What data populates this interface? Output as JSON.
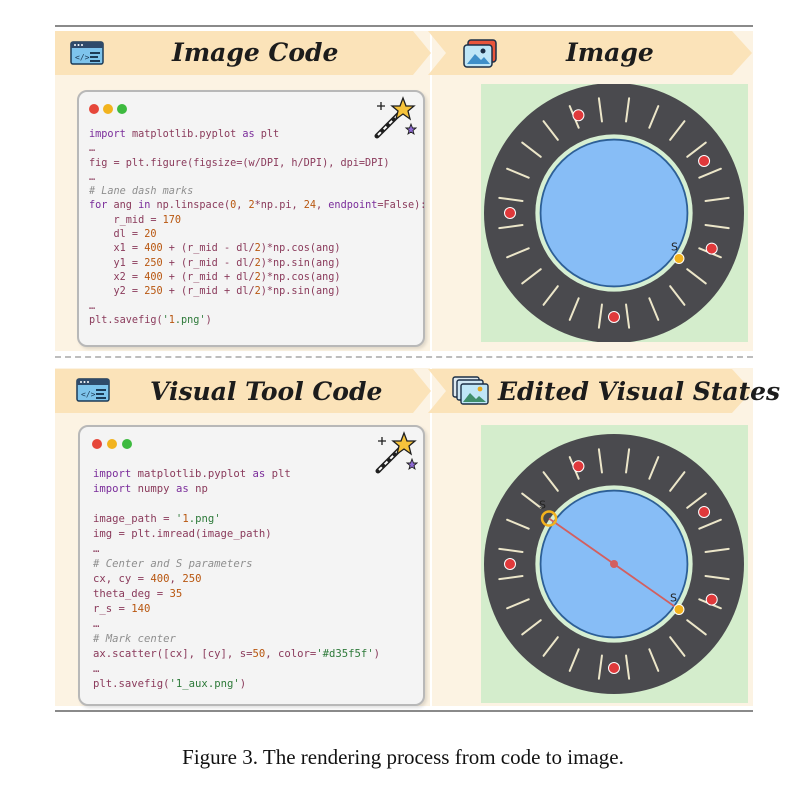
{
  "panels": {
    "image_code": {
      "title": "Image Code",
      "icon": "code-window-icon"
    },
    "image": {
      "title": "Image",
      "icon": "image-icon"
    },
    "visual_tool_code": {
      "title": "Visual Tool Code",
      "icon": "code-window-icon"
    },
    "edited_visual_states": {
      "title": "Edited Visual States",
      "icon": "stacked-images-icon"
    }
  },
  "code_top": {
    "lines": [
      "import matplotlib.pyplot as plt",
      "…",
      "fig = plt.figure(figsize=(w/DPI, h/DPI), dpi=DPI)",
      "…",
      "# Lane dash marks",
      "for ang in np.linspace(0, 2*np.pi, 24, endpoint=False):",
      "    r_mid = 170",
      "    dl = 20",
      "    x1 = 400 + (r_mid - dl/2)*np.cos(ang)",
      "    y1 = 250 + (r_mid - dl/2)*np.sin(ang)",
      "    x2 = 400 + (r_mid + dl/2)*np.cos(ang)",
      "    y2 = 250 + (r_mid + dl/2)*np.sin(ang)",
      "…",
      "plt.savefig('1.png')"
    ]
  },
  "code_bottom": {
    "lines": [
      "import matplotlib.pyplot as plt",
      "import numpy as np",
      "",
      "image_path = '1.png'",
      "img = plt.imread(image_path)",
      "…",
      "# Center and S parameters",
      "cx, cy = 400, 250",
      "theta_deg = 35",
      "r_s = 140",
      "…",
      "# Mark center",
      "ax.scatter([cx], [cy], s=50, color='#d35f5f')",
      "…",
      "plt.savefig('1_aux.png')"
    ]
  },
  "track": {
    "s_label_top": "S",
    "s_label_bottom_a": "S",
    "s_label_bottom_b": "S",
    "colors": {
      "road": "#4a4a4e",
      "inner_ring": "#d6efd2",
      "water": "#87bdf6",
      "water_edge": "#2d5f96",
      "dash": "#ece6c9",
      "red_marker": "#e0393b",
      "yellow_marker": "#f2b21e",
      "line": "#d35f5f",
      "grass": "#d4edcc"
    }
  },
  "caption": "Figure 3. The rendering process from code to image."
}
